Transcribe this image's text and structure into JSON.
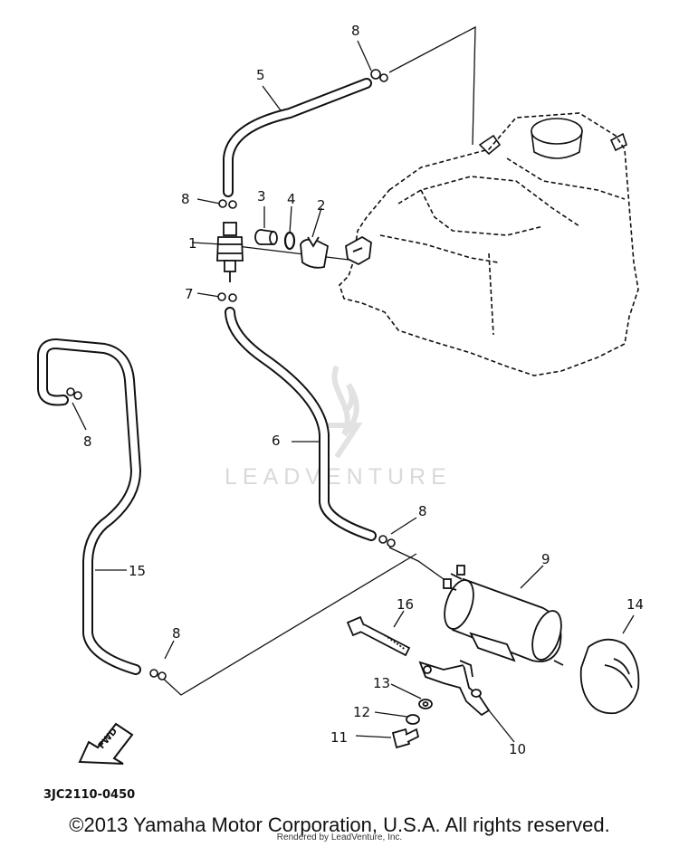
{
  "diagram": {
    "part_code": "3JC2110-0450",
    "fwd_label": "FWD",
    "callouts": [
      "1",
      "2",
      "3",
      "4",
      "5",
      "6",
      "7",
      "8",
      "9",
      "10",
      "11",
      "12",
      "13",
      "14",
      "15",
      "16"
    ],
    "watermark": "LEADVENTURE"
  },
  "footer": {
    "copyright": "©2013 Yamaha Motor Corporation, U.S.A. All rights reserved.",
    "rendered_by": "Rendered by LeadVenture, Inc."
  }
}
